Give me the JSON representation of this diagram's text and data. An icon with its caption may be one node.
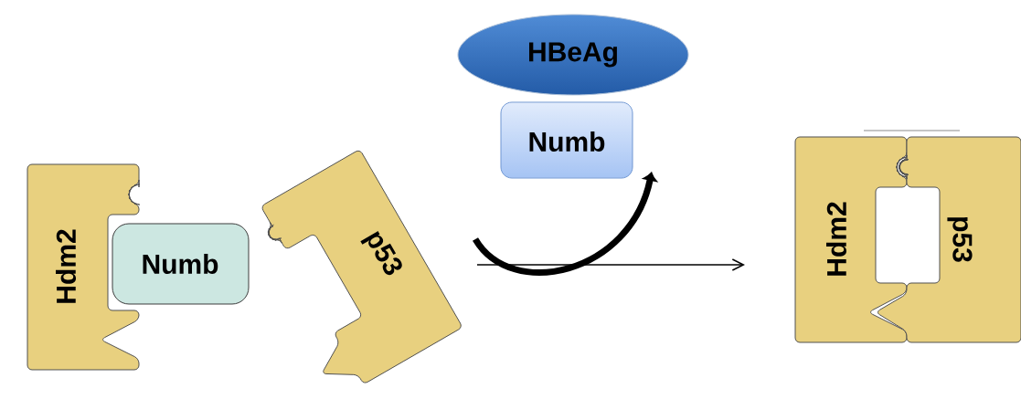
{
  "diagram": {
    "nodes": [
      {
        "text": [
          "Hdm2"
        ]
      },
      {
        "text": [
          "Numb"
        ]
      },
      {
        "text": [
          "p53"
        ]
      },
      {
        "text": [
          "HBeAg"
        ]
      },
      {
        "text": [
          "Numb"
        ]
      },
      {
        "text": [
          "Hdm2"
        ]
      },
      {
        "text": [
          "p53"
        ]
      }
    ],
    "edges": [
      {
        "from": 2,
        "to": 5,
        "arrow": "to"
      },
      {
        "from": null,
        "to": 4,
        "arrow": "to",
        "style": "thick"
      }
    ]
  }
}
